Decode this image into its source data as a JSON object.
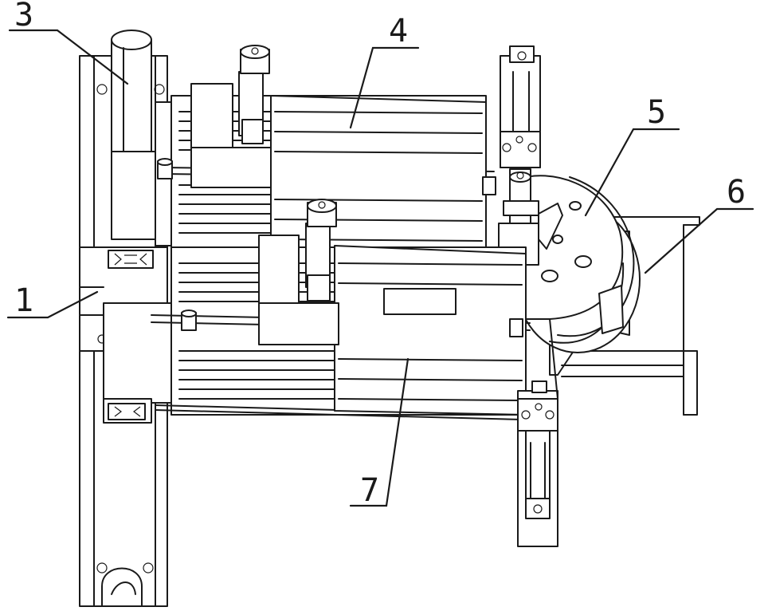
{
  "callouts": [
    {
      "id": "1",
      "label": "1"
    },
    {
      "id": "3",
      "label": "3"
    },
    {
      "id": "4",
      "label": "4"
    },
    {
      "id": "5",
      "label": "5"
    },
    {
      "id": "6",
      "label": "6"
    },
    {
      "id": "7",
      "label": "7"
    }
  ]
}
